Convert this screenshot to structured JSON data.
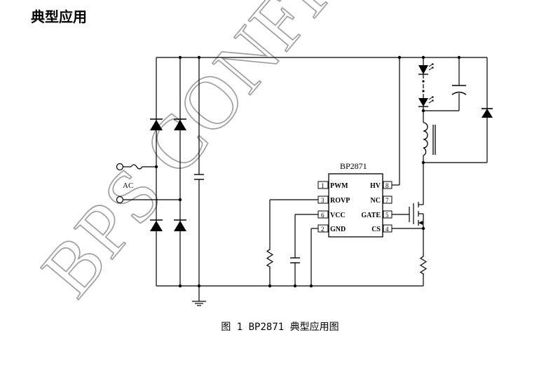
{
  "section_title": "典型应用",
  "watermark": "BPS CONFIDE",
  "chip": {
    "name": "BP2871",
    "pins": {
      "p1": {
        "num": "1",
        "label": "PWM"
      },
      "p3": {
        "num": "3",
        "label": "ROVP"
      },
      "p6": {
        "num": "6",
        "label": "VCC"
      },
      "p2": {
        "num": "2",
        "label": "GND"
      },
      "p8": {
        "num": "8",
        "label": "HV"
      },
      "p7": {
        "num": "7",
        "label": "NC"
      },
      "p5": {
        "num": "5",
        "label": "GATE"
      },
      "p4": {
        "num": "4",
        "label": "CS"
      }
    }
  },
  "ac_label": "AC",
  "caption": "图 1 BP2871 典型应用图"
}
